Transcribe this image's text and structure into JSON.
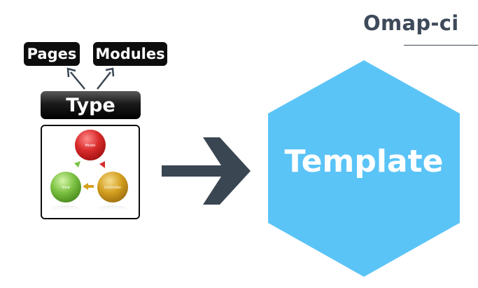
{
  "brand": {
    "title": "Omap-ci"
  },
  "diagram": {
    "categories": [
      "Pages",
      "Modules"
    ],
    "type_label": "Type",
    "mvc": {
      "model_label": "Model",
      "view_label": "View",
      "controller_label": "Controller",
      "colors": {
        "model": "#d92b2b",
        "view": "#7bc142",
        "controller": "#d4a020"
      }
    },
    "target_label": "Template",
    "colors": {
      "hexagon": "#5bc4f7",
      "arrow": "#3a4652",
      "pill": "#0d0d0d"
    }
  }
}
